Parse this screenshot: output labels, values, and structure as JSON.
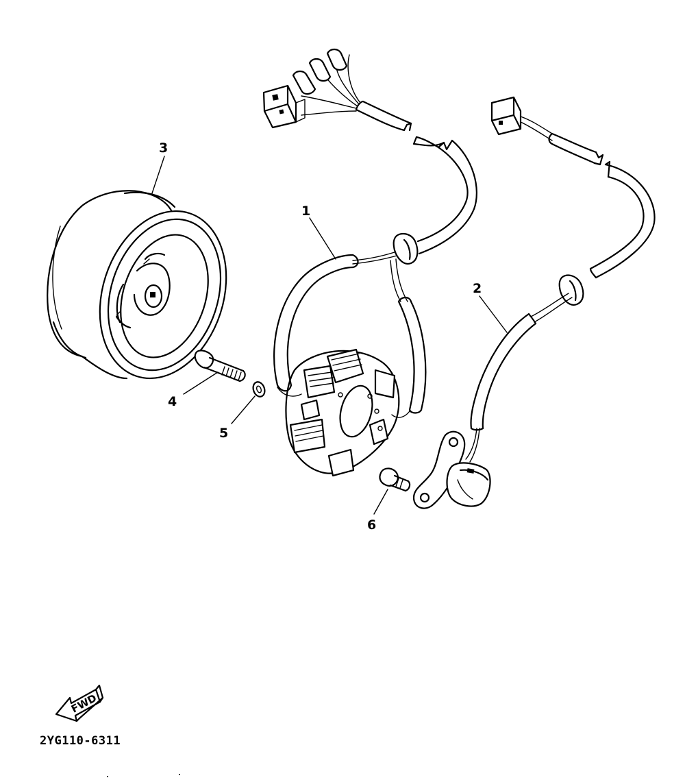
{
  "diagram": {
    "callouts": [
      {
        "id": "1",
        "label": "1"
      },
      {
        "id": "2",
        "label": "2"
      },
      {
        "id": "3",
        "label": "3"
      },
      {
        "id": "4",
        "label": "4"
      },
      {
        "id": "5",
        "label": "5"
      },
      {
        "id": "6",
        "label": "6"
      }
    ],
    "direction_badge": "FWD",
    "drawing_code": "2YG110-6311",
    "stroke_color": "#000000",
    "background_color": "#ffffff"
  }
}
